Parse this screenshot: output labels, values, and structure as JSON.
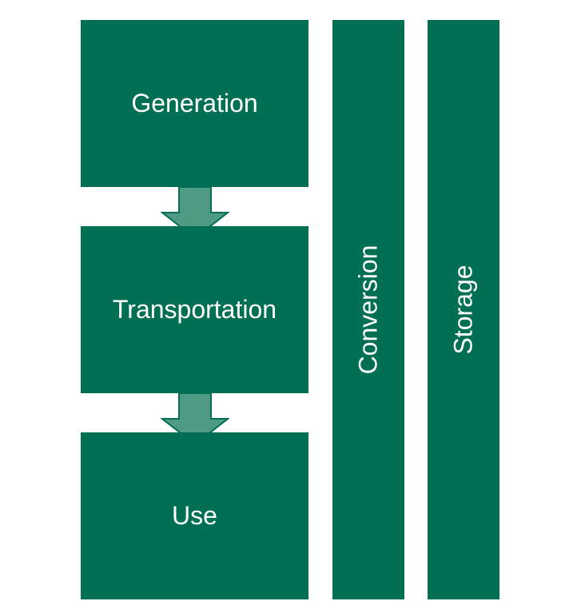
{
  "diagram": {
    "stages": [
      {
        "label": "Generation"
      },
      {
        "label": "Transportation"
      },
      {
        "label": "Use"
      }
    ],
    "side_columns": [
      {
        "label": "Conversion"
      },
      {
        "label": "Storage"
      }
    ],
    "colors": {
      "box_fill": "#006f53",
      "arrow_fill": "#4f9a85",
      "arrow_stroke": "#006f53",
      "text": "#ffffff"
    }
  }
}
